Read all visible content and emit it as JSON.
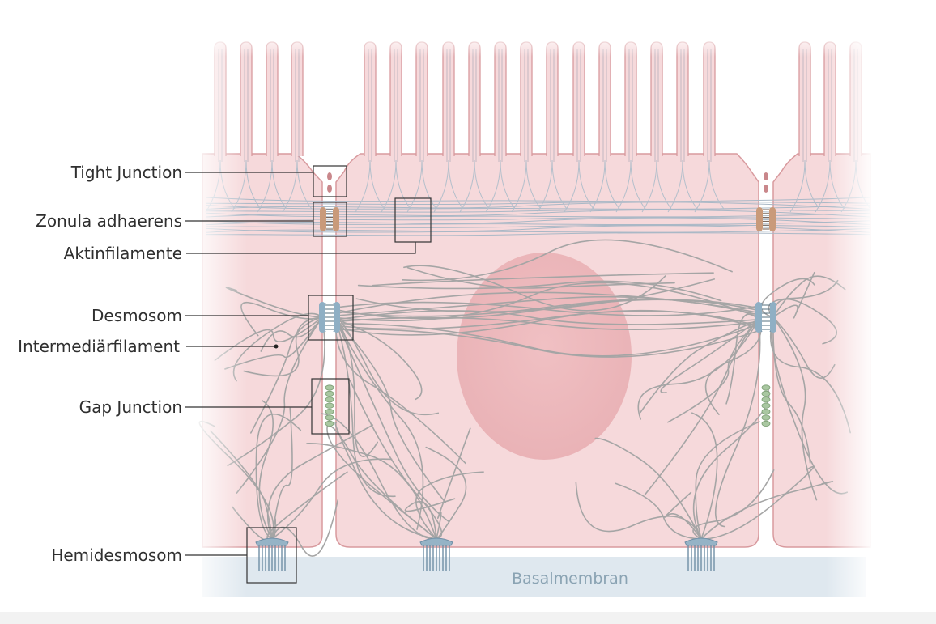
{
  "labels": {
    "tight_junction": "Tight Junction",
    "zonula_adhaerens": "Zonula adhaerens",
    "aktinfilamente": "Aktinfilamente",
    "desmosom": "Desmosom",
    "intermediarfilament": "Intermediärfilament",
    "gap_junction": "Gap Junction",
    "hemidesmosom": "Hemidesmosom",
    "basalmembran": "Basalmembran"
  },
  "colors": {
    "cytoplasm": "#f5d6d8",
    "cell_outline": "#d89a9e",
    "nucleus": "#eebabd",
    "filament": "#a8a8a8",
    "actin": "#9fb0bf",
    "desmosome": "#8fafc4",
    "adhaerens": "#c99a7a",
    "gap": "#a9c7a1",
    "basement": "#dde7ee",
    "leader": "#333333"
  }
}
